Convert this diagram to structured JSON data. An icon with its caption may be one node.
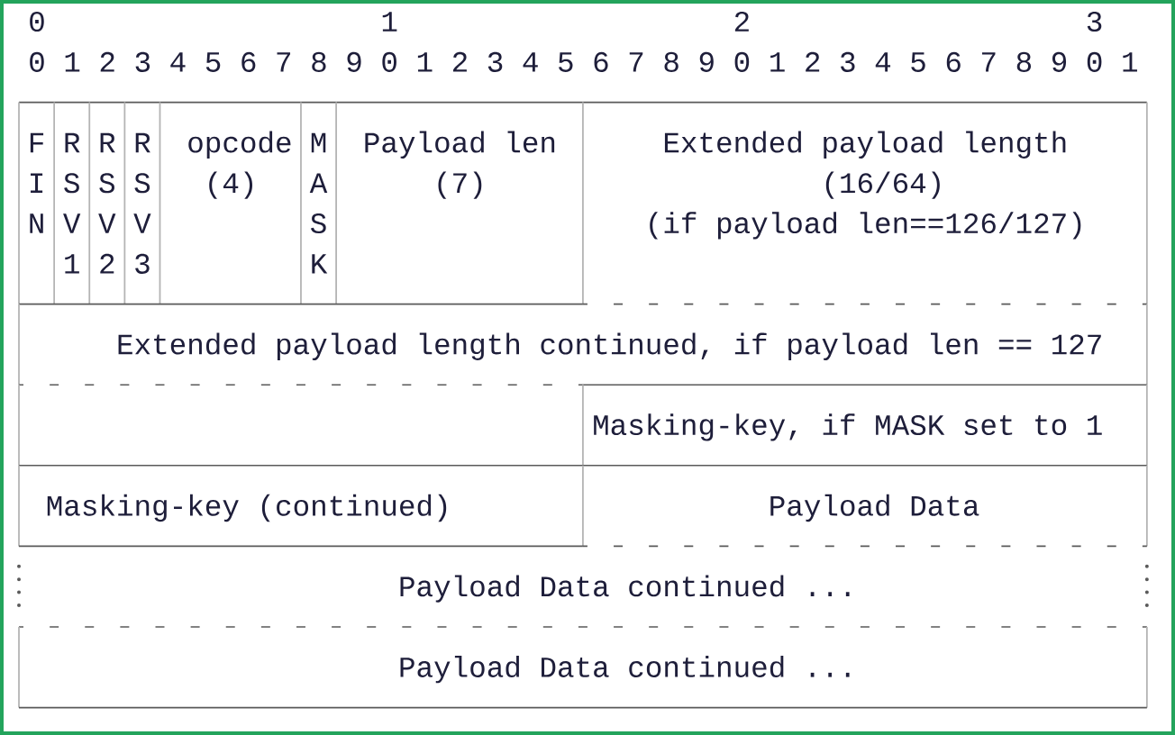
{
  "diagram": {
    "nodes": [
      {
        "text": [
          "F I N"
        ]
      },
      {
        "text": [
          "R S V 1"
        ]
      },
      {
        "text": [
          "R S V 2"
        ]
      },
      {
        "text": [
          "R S V 3"
        ]
      },
      {
        "text": [
          "opcode",
          "(4)"
        ]
      },
      {
        "text": [
          "M A S K"
        ]
      },
      {
        "text": [
          "Payload len",
          "(7)"
        ]
      },
      {
        "text": [
          "Extended payload length",
          "(16/64)",
          "(if payload len==126/127)"
        ]
      },
      {
        "text": [
          "Extended payload length continued, if payload len == 127"
        ]
      },
      {
        "text": [],
        "shape": "box"
      },
      {
        "text": [
          "Masking-key, if MASK set to 1"
        ]
      },
      {
        "text": [
          "Masking-key (continued)"
        ]
      },
      {
        "text": [
          "Payload Data"
        ]
      },
      {
        "text": [
          "Payload Data continued ..."
        ]
      },
      {
        "text": [
          "Payload Data continued ..."
        ]
      }
    ],
    "labels": [
      "0",
      "1",
      "2",
      "3",
      "0 1 2 3 4 5 6 7 8 9 0 1 2 3 4 5 6 7 8 9 0 1 2 3 4 5 6 7 8 9 0 1"
    ]
  }
}
